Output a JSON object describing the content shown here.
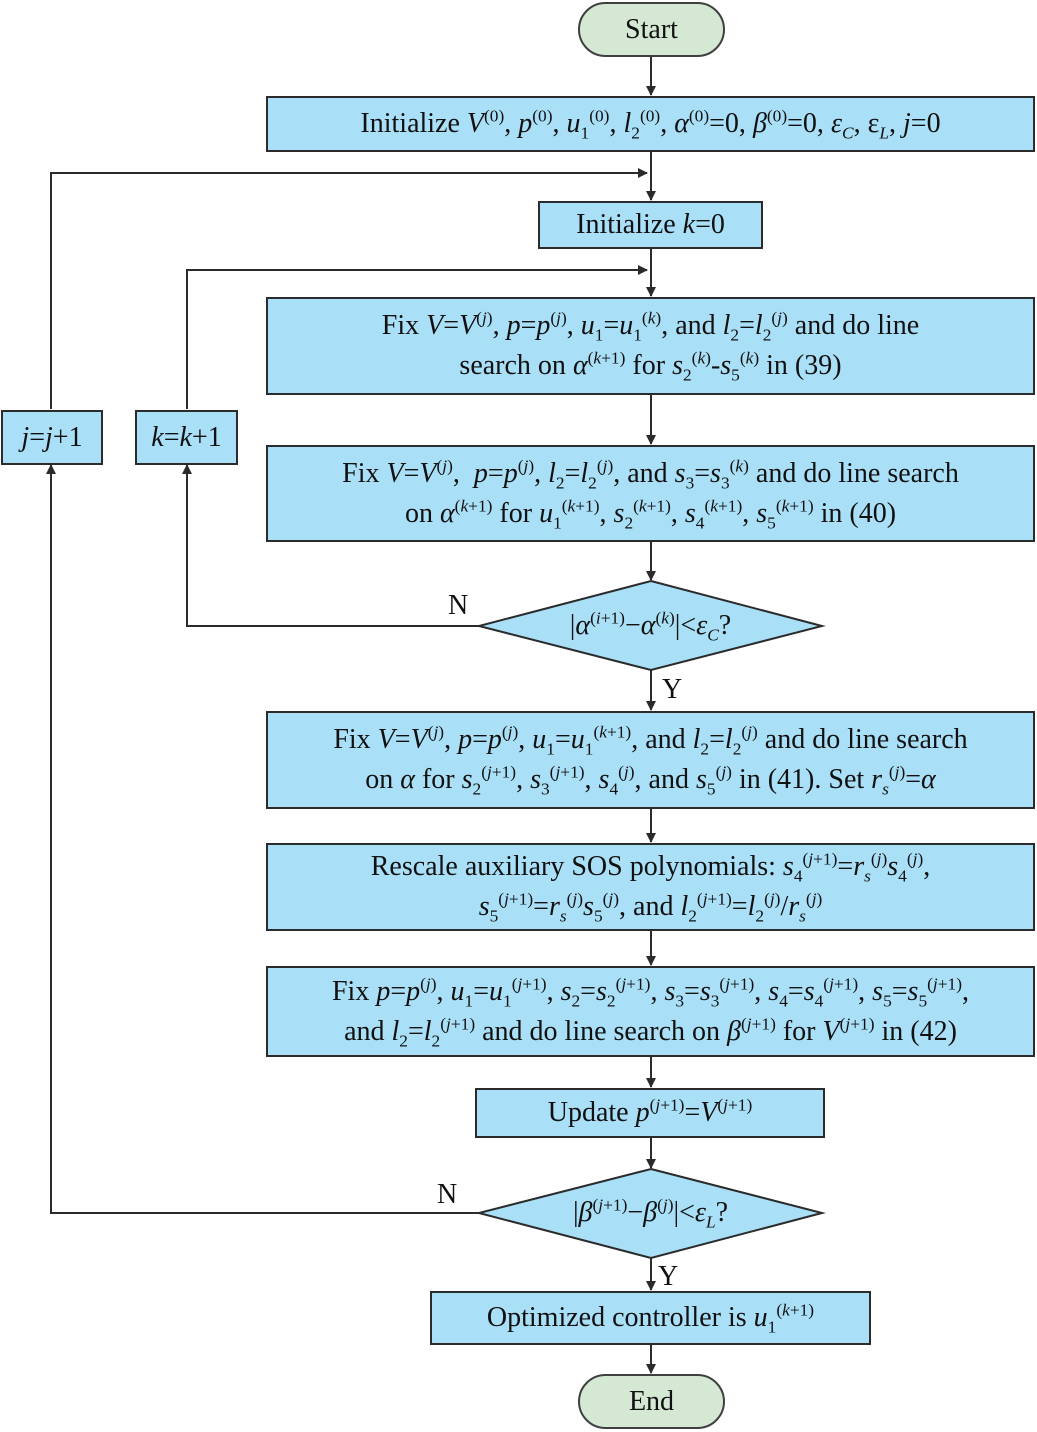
{
  "nodes": {
    "start": "Start",
    "init1": "Initialize V(0), p(0), u1(0), l2(0), α(0)=0, β(0)=0, εC, εL, j=0",
    "init2": "Initialize k=0",
    "step1": "Fix V=V(j), p=p(j), u1=u1(k), and l2=l2(j) and do line search on α(k+1) for s2(k)-s5(k) in (39)",
    "step2": "Fix V=V(j), p=p(j), l2=l2(j), and s3=s3(k) and do line search on α(k+1) for u1(k+1), s2(k+1), s4(k+1), s5(k+1) in (40)",
    "decision1": "|α(i+1)−α(k)|<εC?",
    "step3": "Fix V=V(j), p=p(j), u1=u1(k+1), and l2=l2(j) and do line search on α for s2(j+1), s3(j+1), s4(j), and s5(j) in (41). Set rs(j)=α",
    "step4": "Rescale auxiliary SOS polynomials: s4(j+1)=rs(j)s4(j), s5(j+1)=rs(j)s5(j), and l2(j+1)=l2(j)/rs(j)",
    "step5": "Fix p=p(j), u1=u1(j+1), s2=s2(j+1), s3=s3(j+1), s4=s4(j+1), s5=s5(j+1), and l2=l2(j+1) and do line search on β(j+1) for V(j+1) in (42)",
    "update": "Update p(j+1)=V(j+1)",
    "decision2": "|β(j+1)−β(j)|<εL?",
    "result": "Optimized controller is u1(k+1)",
    "end": "End",
    "loop_k": "k=k+1",
    "loop_j": "j=j+1"
  },
  "edge_labels": {
    "d1_no": "N",
    "d1_yes": "Y",
    "d2_no": "N",
    "d2_yes": "Y"
  },
  "colors": {
    "process_fill": "#a9dff7",
    "terminal_fill": "#d5e8d4",
    "stroke": "#2b2b2b"
  }
}
